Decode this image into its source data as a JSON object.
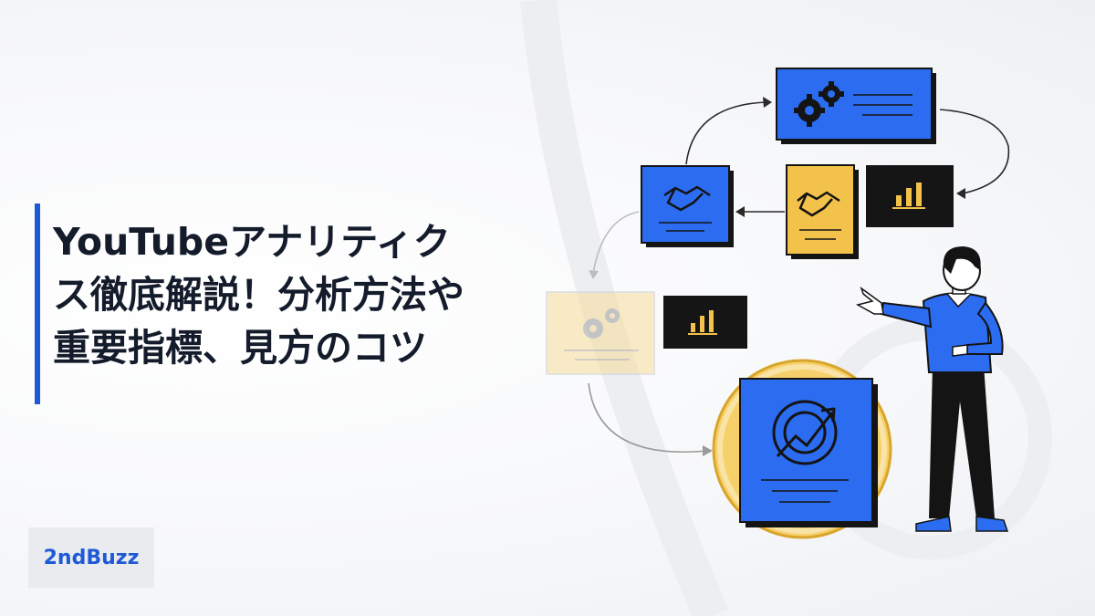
{
  "title": {
    "lines": [
      "YouTubeアナリティク",
      "ス徹底解説！分析方法や",
      "重要指標、見方のコツ"
    ]
  },
  "brand": {
    "logo_text": "2ndBuzz"
  },
  "colors": {
    "accent_blue": "#2b6cf0",
    "accent_gold": "#f3c24a",
    "dark": "#141414",
    "title_bar": "#1f5ad6",
    "logo_text": "#1f5ad6"
  },
  "illustration": {
    "icons": [
      "gears-icon",
      "handshake-icon",
      "bar-chart-icon",
      "target-growth-icon",
      "person-pointing"
    ]
  }
}
